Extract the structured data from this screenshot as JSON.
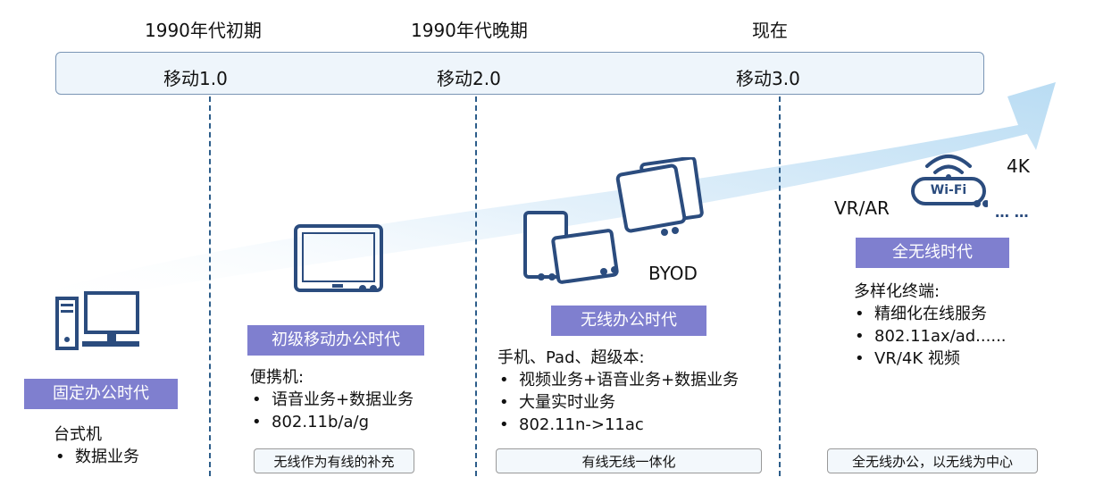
{
  "periods": {
    "early_1990s": "1990年代初期",
    "late_1990s": "1990年代晚期",
    "now": "现在"
  },
  "stages": {
    "m1": "移动1.0",
    "m2": "移动2.0",
    "m3": "移动3.0"
  },
  "eras": {
    "fixed": {
      "tag": "固定办公时代",
      "device": "台式机",
      "bullets": [
        "数据业务"
      ]
    },
    "initial": {
      "tag": "初级移动办公时代",
      "device": "便携机:",
      "bullets": [
        "语音业务+数据业务",
        "802.11b/a/g"
      ],
      "note": "无线作为有线的补充"
    },
    "wireless": {
      "tag": "无线办公时代",
      "label": "BYOD",
      "device": "手机、Pad、超级本:",
      "bullets": [
        "视频业务+语音业务+数据业务",
        "大量实时业务",
        "802.11n->11ac"
      ],
      "note": "有线无线一体化"
    },
    "all_wireless": {
      "tag": "全无线时代",
      "labels": {
        "vrar": "VR/AR",
        "k4": "4K",
        "dots": "… …",
        "wifi": "Wi-Fi"
      },
      "device": "多样化终端:",
      "bullets": [
        "精细化在线服务",
        "802.11ax/ad......",
        "VR/4K 视频"
      ],
      "note": "全无线办公，以无线为中心"
    }
  },
  "colors": {
    "tag": "#7f7fcf",
    "icon": "#2b4c7e",
    "divider": "#2c5d8a",
    "arrow": "#cfe6f6"
  },
  "icons": [
    "desktop-computer-icon",
    "laptop-icon",
    "tablets-icon",
    "wifi-icon"
  ]
}
